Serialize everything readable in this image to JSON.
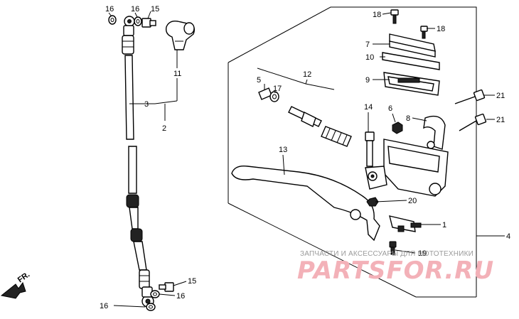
{
  "callouts": {
    "c16a": "16",
    "c16b": "16",
    "c15a": "15",
    "c11": "11",
    "c3": "3",
    "c2": "2",
    "c18a": "18",
    "c18b": "18",
    "c7": "7",
    "c10": "10",
    "c9": "9",
    "c12": "12",
    "c5": "5",
    "c17": "17",
    "c21a": "21",
    "c21b": "21",
    "c14": "14",
    "c6": "6",
    "c8": "8",
    "c13": "13",
    "c20": "20",
    "c1": "1",
    "c4": "4",
    "c19": "19",
    "c15b": "15",
    "c16c": "16",
    "c16d": "16"
  },
  "front_marker": "FR.",
  "watermark": {
    "caption": "ЗАПЧАСТИ И АКСЕССУАРЫ ДЛЯ МОТОТЕХНИКИ",
    "brand": "PARTSFOR.RU"
  }
}
